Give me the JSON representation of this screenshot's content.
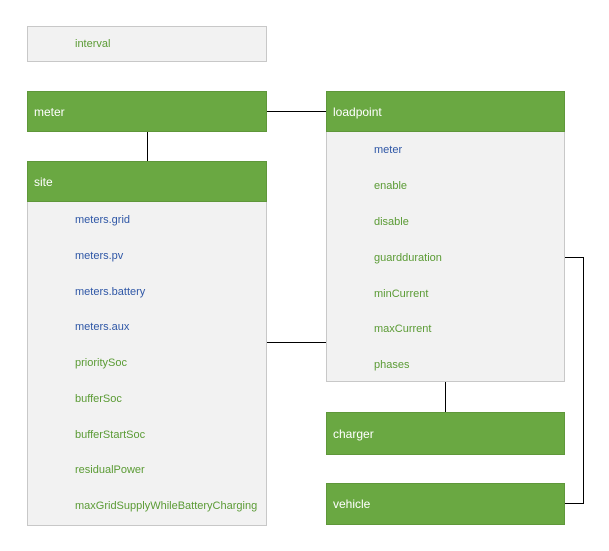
{
  "colors": {
    "header_fill": "#6aa842",
    "panel_fill": "#f2f2f2",
    "panel_border": "#c8c8c8",
    "green_text": "#5b9b35",
    "blue_text": "#2f57a6",
    "connector": "#000000"
  },
  "interval_box": {
    "label": "interval"
  },
  "meter_box": {
    "title": "meter"
  },
  "site": {
    "title": "site",
    "items": [
      {
        "label": "meters.grid",
        "color": "blue"
      },
      {
        "label": "meters.pv",
        "color": "blue"
      },
      {
        "label": "meters.battery",
        "color": "blue"
      },
      {
        "label": "meters.aux",
        "color": "blue"
      },
      {
        "label": "prioritySoc",
        "color": "green"
      },
      {
        "label": "bufferSoc",
        "color": "green"
      },
      {
        "label": "bufferStartSoc",
        "color": "green"
      },
      {
        "label": "residualPower",
        "color": "green"
      },
      {
        "label": "maxGridSupplyWhileBatteryCharging",
        "color": "green"
      }
    ]
  },
  "loadpoint": {
    "title": "loadpoint",
    "items": [
      {
        "label": "meter",
        "color": "blue"
      },
      {
        "label": "enable",
        "color": "green"
      },
      {
        "label": "disable",
        "color": "green"
      },
      {
        "label": "guardduration",
        "color": "green"
      },
      {
        "label": "minCurrent",
        "color": "green"
      },
      {
        "label": "maxCurrent",
        "color": "green"
      },
      {
        "label": "phases",
        "color": "green"
      }
    ]
  },
  "charger_box": {
    "title": "charger"
  },
  "vehicle_box": {
    "title": "vehicle"
  }
}
